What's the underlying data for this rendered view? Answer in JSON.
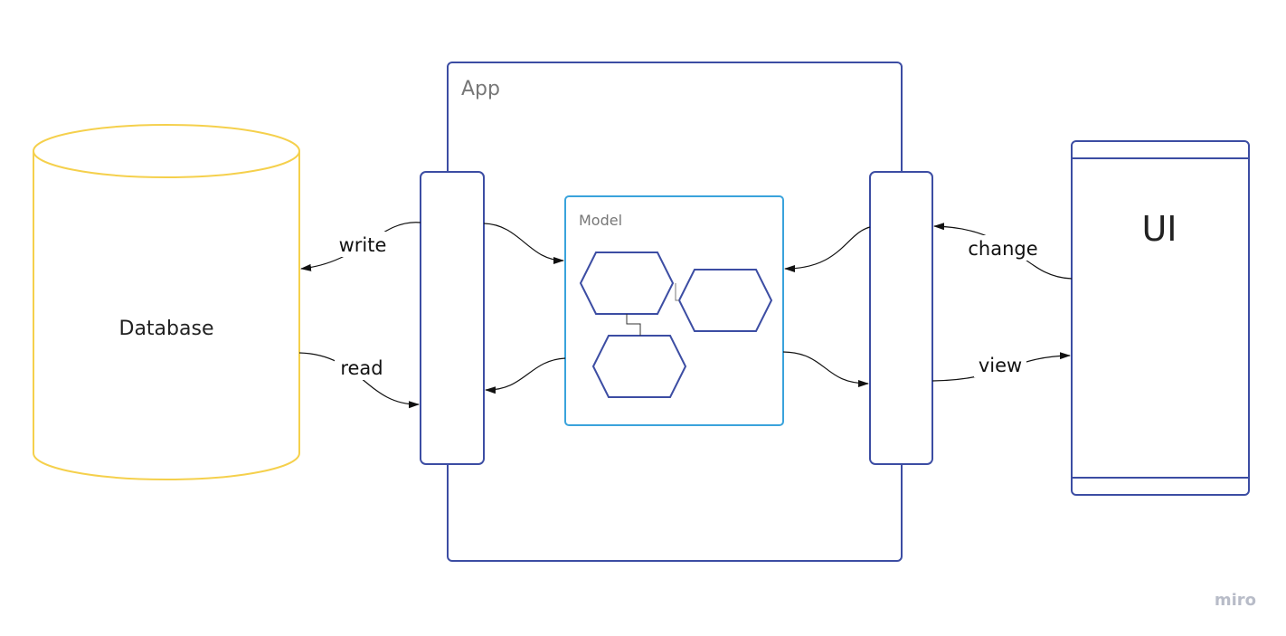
{
  "labels": {
    "database": "Database",
    "app": "App",
    "model": "Model",
    "ui": "UI",
    "write": "write",
    "read": "read",
    "change": "change",
    "view": "view",
    "watermark": "miro"
  },
  "colors": {
    "database": "#f5d04c",
    "app": "#3c4da3",
    "model": "#3aa3dc",
    "text_dark": "#222222",
    "text_gray": "#777777",
    "watermark": "#b8bcc8"
  }
}
